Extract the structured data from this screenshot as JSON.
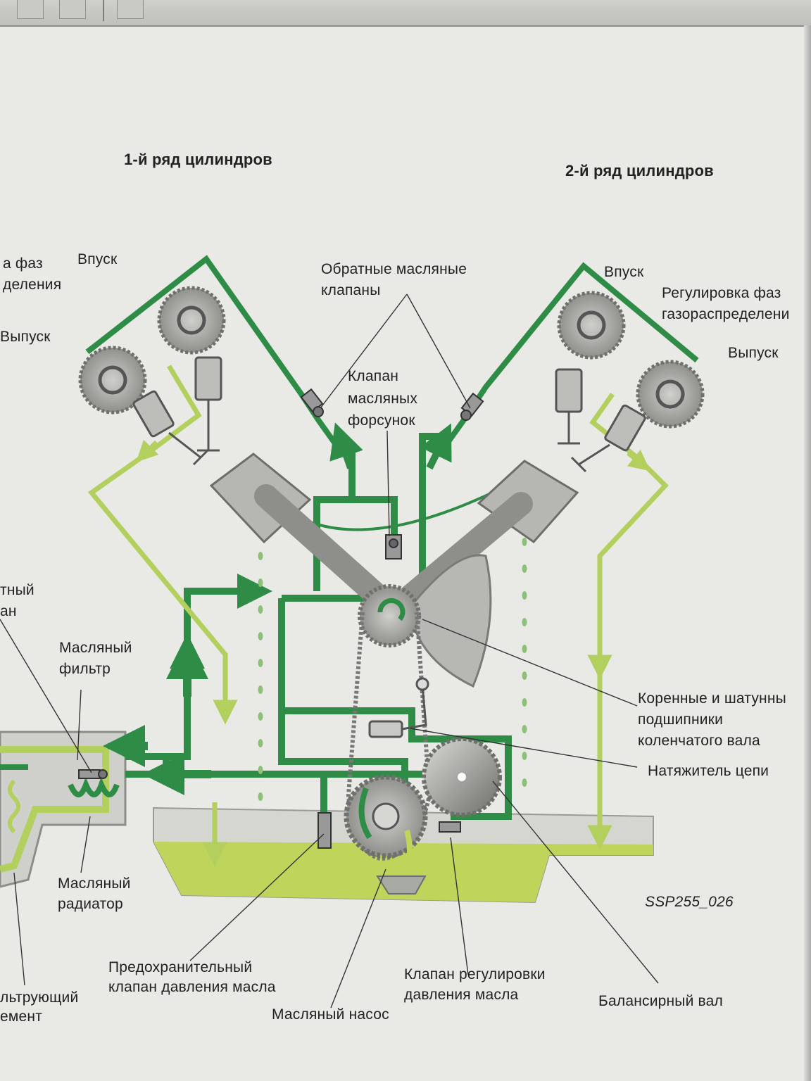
{
  "labels": {
    "bank1": "1-й ряд цилиндров",
    "bank2": "2-й ряд цилиндров",
    "intake_left": "Впуск",
    "exhaust_left": "Выпуск",
    "vvt_left_line1": "а фаз",
    "vvt_left_line2": "деления",
    "check_valves_line1": "Обратные масляные",
    "check_valves_line2": "клапаны",
    "nozzle_valve_line1": "Клапан",
    "nozzle_valve_line2": "масляных",
    "nozzle_valve_line3": "форсунок",
    "intake_right": "Впуск",
    "vvt_right_line1": "Регулировка фаз",
    "vvt_right_line2": "газораспределени",
    "exhaust_right": "Выпуск",
    "bypass_left_line1": "тный",
    "bypass_left_line2": "ан",
    "oil_filter_line1": "Масляный",
    "oil_filter_line2": "фильтр",
    "bearings_line1": "Коренные и шатунны",
    "bearings_line2": "подшипники",
    "bearings_line3": "коленчатого вала",
    "chain_tensioner": "Натяжитель цепи",
    "oil_cooler_line1": "Масляный",
    "oil_cooler_line2": "радиатор",
    "figure_code": "SSP255_026",
    "relief_valve_line1": "Предохранительный",
    "relief_valve_line2": "клапан давления масла",
    "pressure_valve_line1": "Клапан регулировки",
    "pressure_valve_line2": "давления масла",
    "filter_element_line1": "льтрующий",
    "filter_element_line2": "емент",
    "oil_pump": "Масляный насос",
    "balance_shaft": "Балансирный вал"
  },
  "colors": {
    "pressure_line": "#2f8c47",
    "return_line": "#b3cf5e",
    "oil_sump": "#bfd45a",
    "metal": "#a9aaa6",
    "leader": "#333333"
  }
}
